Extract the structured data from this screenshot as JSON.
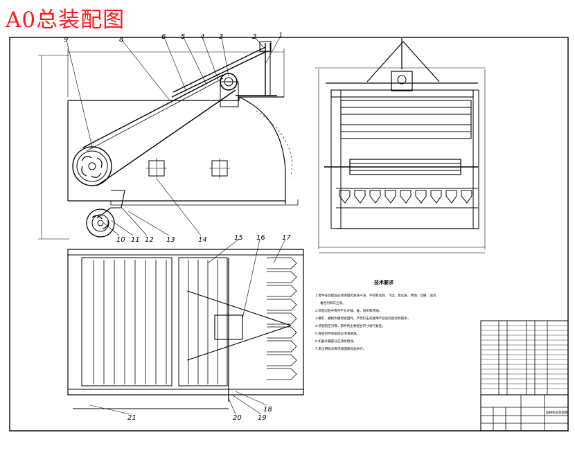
{
  "title": "A0总装配图",
  "part_numbers": [
    "1",
    "2",
    "3",
    "4",
    "5",
    "6",
    "8",
    "9",
    "10",
    "11",
    "12",
    "13",
    "14",
    "15",
    "16",
    "17",
    "18",
    "19",
    "20",
    "21"
  ],
  "technical_requirements": {
    "heading": "技术要求",
    "lines": [
      "1.零件在装配前必须清理和清洗干净，不得有毛刺、飞边、氧化皮、锈蚀、切屑、油污、",
      "着色剂和灰尘等。",
      "2.装配过程中零件不允许磕、碰、划伤和锈蚀。",
      "3.螺钉、螺栓和螺母紧固时，严禁打击或使用不合适的旋具和扳手。",
      "4.装配前应对零、部件的主要配合尺寸进行复查。",
      "5.各密封件装配前必须浸透油。",
      "6.机器外露部分应涂防锈漆。",
      "7.未注明技术要求按国家标准执行。"
    ]
  },
  "title_block": {
    "drawing_name": "旋耕机总装配图"
  }
}
